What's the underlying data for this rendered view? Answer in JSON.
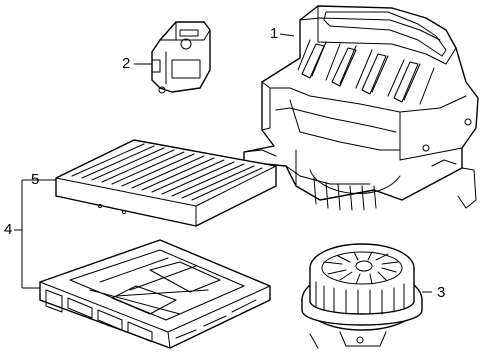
{
  "diagram": {
    "callouts": [
      {
        "id": "1",
        "label": "1"
      },
      {
        "id": "2",
        "label": "2"
      },
      {
        "id": "3",
        "label": "3"
      },
      {
        "id": "4",
        "label": "4"
      },
      {
        "id": "5",
        "label": "5"
      }
    ],
    "parts": [
      {
        "number": "1",
        "icon": "blower-housing-icon"
      },
      {
        "number": "2",
        "icon": "actuator-motor-icon"
      },
      {
        "number": "3",
        "icon": "blower-fan-motor-icon"
      },
      {
        "number": "4",
        "icon": "filter-assembly-bracket-icon"
      },
      {
        "number": "5",
        "icon": "cabin-air-filter-icon"
      }
    ]
  }
}
